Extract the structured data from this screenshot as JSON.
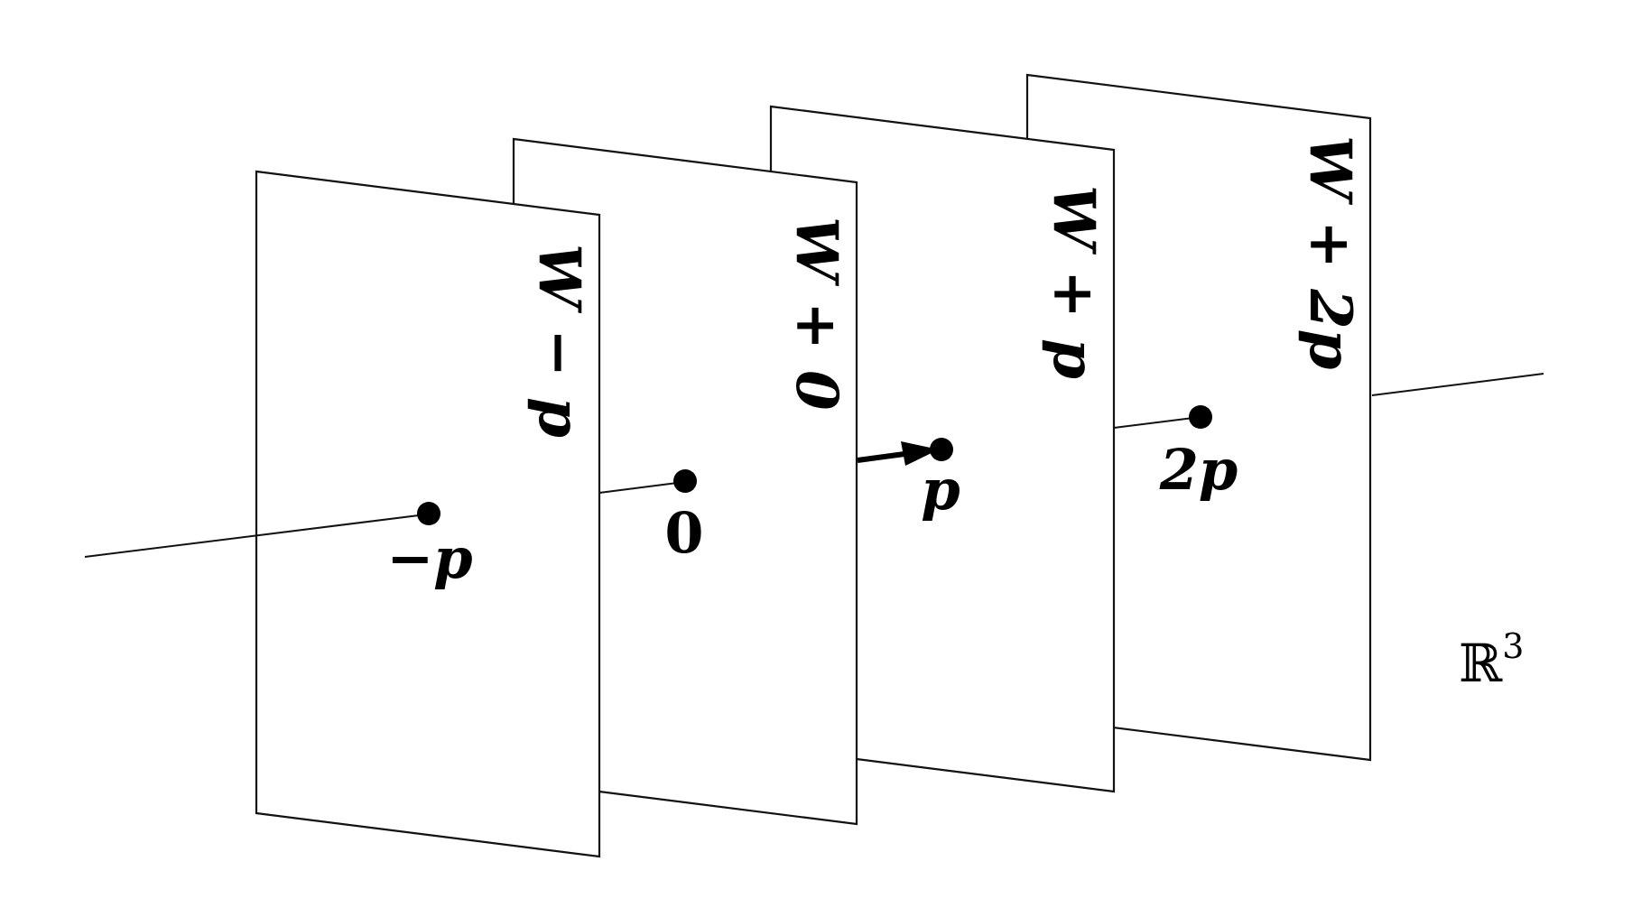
{
  "planes": [
    {
      "id": "minus-p",
      "label": "W − p"
    },
    {
      "id": "zero",
      "label": "W + 0"
    },
    {
      "id": "p",
      "label": "W + p"
    },
    {
      "id": "two-p",
      "label": "W + 2p"
    }
  ],
  "points": [
    {
      "id": "minus-p",
      "label": "−p"
    },
    {
      "id": "zero",
      "label": "0"
    },
    {
      "id": "p",
      "label": "p"
    },
    {
      "id": "two-p",
      "label": "2p"
    }
  ],
  "space_label": "ℝ",
  "space_exponent": "3"
}
